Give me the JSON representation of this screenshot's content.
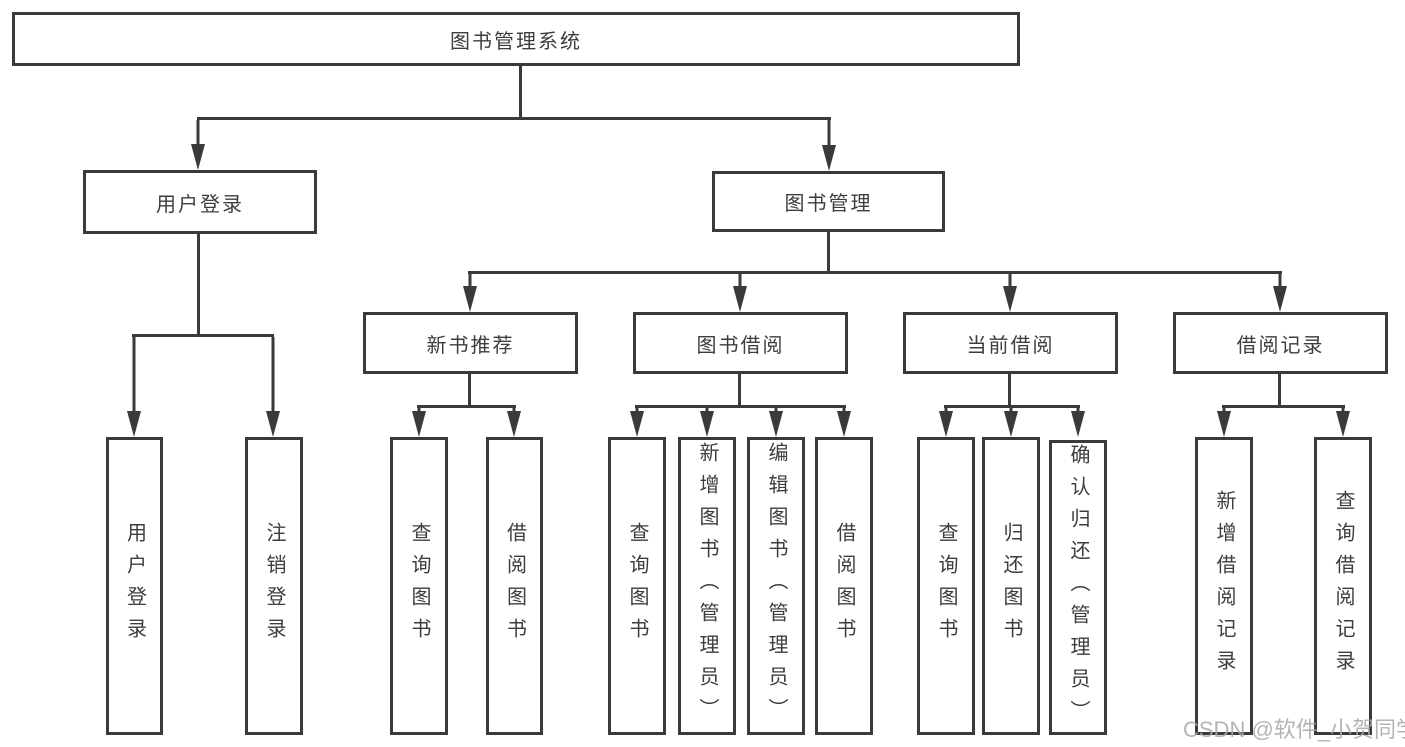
{
  "diagram": {
    "root": {
      "label": "图书管理系统"
    },
    "level2": [
      {
        "label": "用户登录"
      },
      {
        "label": "图书管理"
      }
    ],
    "level3": [
      {
        "label": "新书推荐"
      },
      {
        "label": "图书借阅"
      },
      {
        "label": "当前借阅"
      },
      {
        "label": "借阅记录"
      }
    ],
    "leaves": [
      {
        "label": "用户登录"
      },
      {
        "label": "注销登录"
      },
      {
        "label": "查询图书"
      },
      {
        "label": "借阅图书"
      },
      {
        "label": "查询图书"
      },
      {
        "label": "新增图书（管理员）"
      },
      {
        "label": "编辑图书（管理员）"
      },
      {
        "label": "借阅图书"
      },
      {
        "label": "查询图书"
      },
      {
        "label": "归还图书"
      },
      {
        "label": "确认归还（管理员）"
      },
      {
        "label": "新增借阅记录"
      },
      {
        "label": "查询借阅记录"
      }
    ]
  },
  "watermark": {
    "text": "CSDN @软件_小贺同学"
  },
  "colors": {
    "line": "#3a3a3a",
    "text": "#3d3d3d",
    "background": "#ffffff",
    "watermark": "#aaaaaa"
  }
}
